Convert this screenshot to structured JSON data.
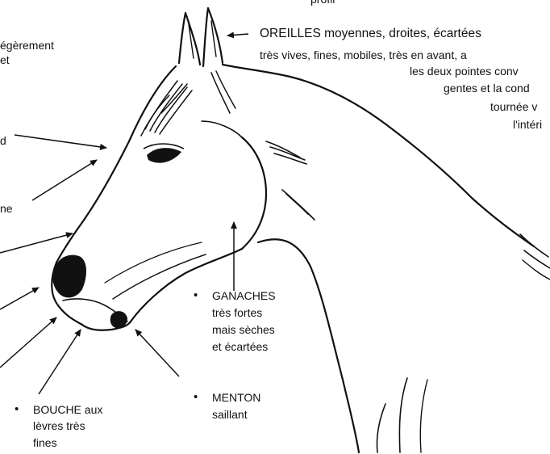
{
  "header": {
    "partial_title": "profil"
  },
  "labels": {
    "left_fragment_1": "égèrement",
    "left_fragment_2": "et",
    "left_fragment_3": "d",
    "left_fragment_4": "ne",
    "ears_title": "OREILLES",
    "ears_line_1_rest": " moyennes, droites, écartées",
    "ears_line_2": "très vives,  fines,  mobiles,  très en avant, a",
    "ears_line_3": "les deux pointes conv",
    "ears_line_4": "gentes et la cond",
    "ears_line_5": "tournée  v",
    "ears_line_6": "l'intéri",
    "ganaches_title": "GANACHES",
    "ganaches_line_2": "très fortes",
    "ganaches_line_3": "mais sèches",
    "ganaches_line_4": "et écartées",
    "menton_title": "MENTON",
    "menton_line_2": "saillant",
    "bouche_title": "BOUCHE",
    "bouche_title_rest": " aux",
    "bouche_line_2": "lèvres très",
    "bouche_line_3": "fines",
    "bullet": "•"
  },
  "colors": {
    "ink": "#111111",
    "paper": "#ffffff"
  }
}
